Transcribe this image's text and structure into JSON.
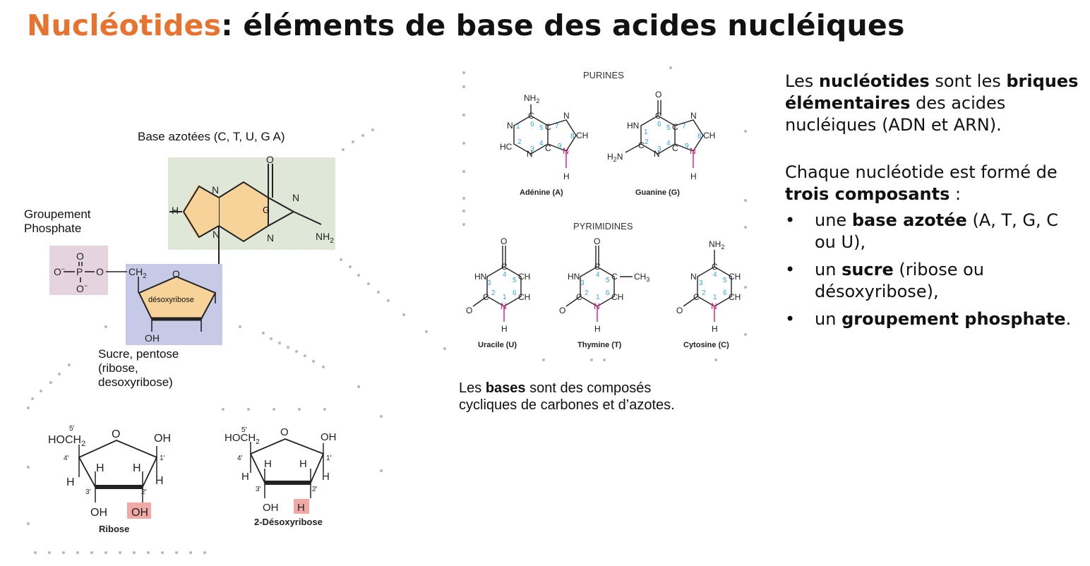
{
  "title": {
    "highlight": "Nucléotides",
    "rest": ": éléments de base des acides nucléiques"
  },
  "nucleotide": {
    "base_label": "Base azotées (C, T, U, G A)",
    "phosphate_label_1": "Groupement",
    "phosphate_label_2": "Phosphate",
    "sugar_label_1": "Sucre, pentose",
    "sugar_label_2": "(ribose,",
    "sugar_label_3": "desoxyribose)",
    "ring_letter": "G",
    "sugar_ring_label": "désoxyribose",
    "colors": {
      "base_box": "#dfe7d9",
      "sugar_box": "#c7cae6",
      "phosphate_box": "#e6d3e0",
      "ring_fill": "#f7d39a"
    }
  },
  "sugars": {
    "ribose_name": "Ribose",
    "deoxyribose_name": "2-Désoxyribose",
    "highlight": "#f0a9a5"
  },
  "bases": {
    "purines_header": "PURINES",
    "pyrimidines_header": "PYRIMIDINES",
    "adenine": "Adénine (A)",
    "guanine": "Guanine (G)",
    "uracil": "Uracile (U)",
    "thymine": "Thymine (T)",
    "cytosine": "Cytosine (C)",
    "caption": {
      "pre": "Les ",
      "bold": "bases",
      "post": " sont des composés",
      "line2": "cycliques de carbones et d’azotes."
    }
  },
  "info": {
    "p1": {
      "a": "Les ",
      "b": "nucléotides",
      "c": " sont les ",
      "d": "briques élémentaires",
      "e": " des acides nucléiques (ADN et ARN)."
    },
    "p2": {
      "a": "Chaque nucléotide est formé de ",
      "b": "trois composants",
      "c": " :"
    },
    "items": [
      {
        "bullet": "•",
        "a": "une ",
        "b": "base azotée",
        "c": " (A, T, G, C ou U),"
      },
      {
        "bullet": "•",
        "a": "un ",
        "b": "sucre",
        "c": " (ribose ou désoxyribose),"
      },
      {
        "bullet": "•",
        "a": "un ",
        "b": "groupement phosphate",
        "c": "."
      }
    ]
  }
}
